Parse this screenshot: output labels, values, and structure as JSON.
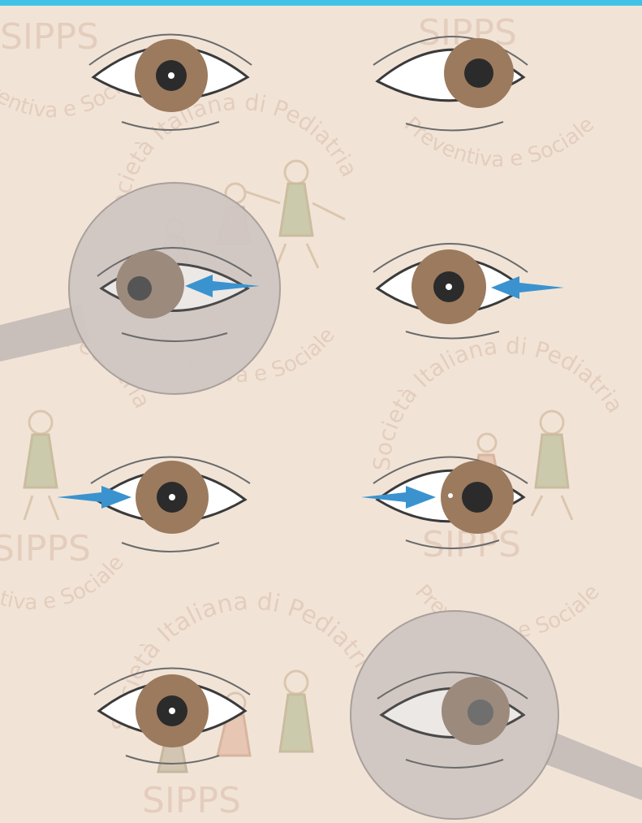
{
  "watermark": {
    "society_top": "Società Italiana di Pediatria",
    "society_bottom": "Preventiva e Sociale",
    "acronym": "SIPPS"
  },
  "palette": {
    "background": "#f1e4d7",
    "top_bar": "#3ec3e6",
    "iris": "#9c7a5e",
    "pupil": "#2b2b2b",
    "arrow": "#3a93cf",
    "magnifier": "#cfc6c1",
    "watermark": "#e3cbbb"
  }
}
